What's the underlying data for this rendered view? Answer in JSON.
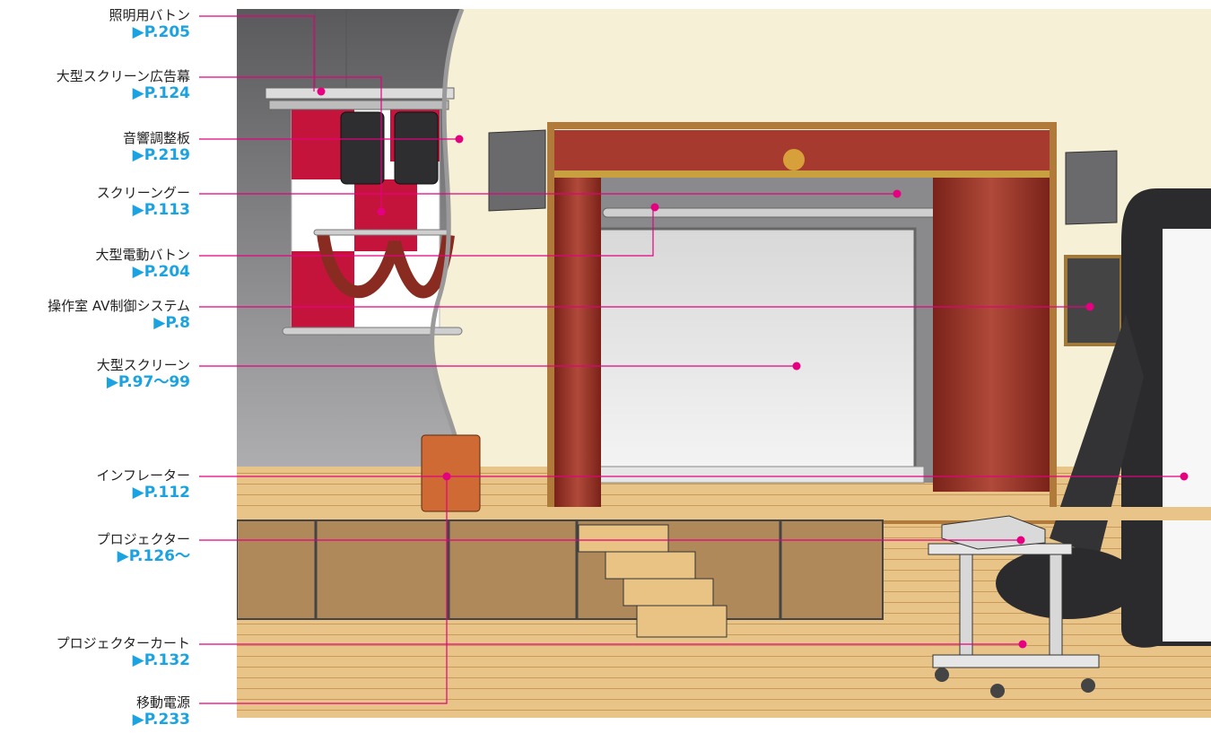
{
  "title": "",
  "colors": {
    "accent": "#e4007f",
    "page_ref": "#1aa3e0",
    "curtain": "#8a2b22",
    "stage_wall": "#f6f0d6"
  },
  "callouts": [
    {
      "id": "lighting-batten",
      "name": "照明用バトン",
      "page": "▶P.205"
    },
    {
      "id": "big-screen-ad-curtain",
      "name": "大型スクリーン広告幕",
      "page": "▶P.124"
    },
    {
      "id": "audio-panel",
      "name": "音響調整板",
      "page": "▶P.219"
    },
    {
      "id": "screen-goo",
      "name": "スクリーングー",
      "page": "▶P.113"
    },
    {
      "id": "electric-batten",
      "name": "大型電動バトン",
      "page": "▶P.204"
    },
    {
      "id": "av-control",
      "name": "操作室 AV制御システム",
      "page": "▶P.8"
    },
    {
      "id": "big-screen",
      "name": "大型スクリーン",
      "page": "▶P.97〜99"
    },
    {
      "id": "inflator",
      "name": "インフレーター",
      "page": "▶P.112"
    },
    {
      "id": "projector",
      "name": "プロジェクター",
      "page": "▶P.126〜"
    },
    {
      "id": "projector-cart",
      "name": "プロジェクターカート",
      "page": "▶P.132"
    },
    {
      "id": "mobile-power",
      "name": "移動電源",
      "page": "▶P.233"
    }
  ]
}
